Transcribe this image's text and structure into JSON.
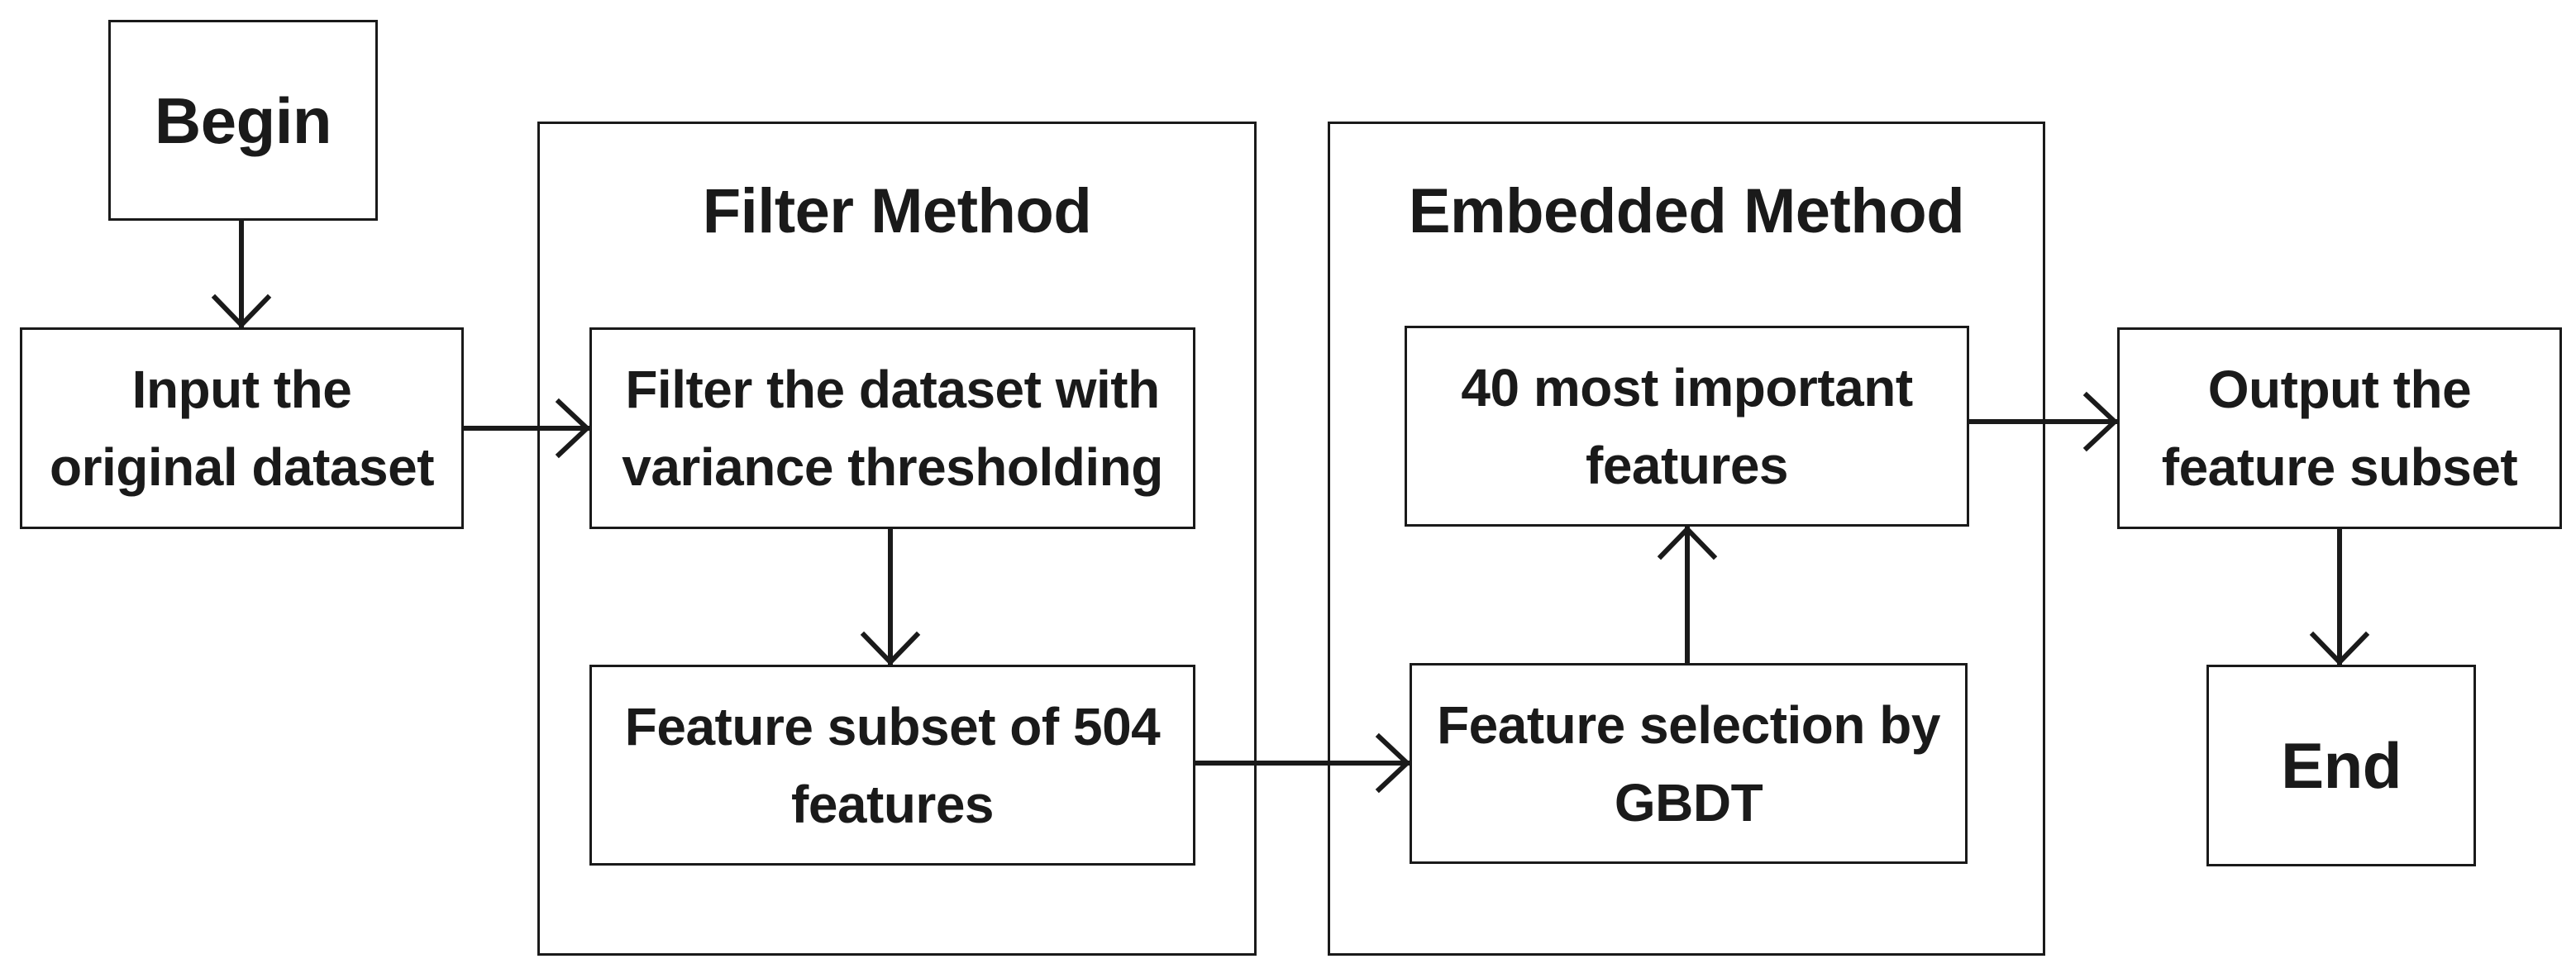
{
  "groups": {
    "filter": {
      "title": "Filter Method"
    },
    "embedded": {
      "title": "Embedded Method"
    }
  },
  "nodes": {
    "begin": {
      "text": "Begin"
    },
    "input": {
      "line1": "Input the",
      "line2": "original dataset"
    },
    "filter_variance": {
      "line1": "Filter the dataset with",
      "line2": "variance thresholding"
    },
    "feature_subset": {
      "line1": "Feature subset of 504",
      "line2": "features"
    },
    "gbdt": {
      "line1": "Feature selection by",
      "line2": "GBDT"
    },
    "important": {
      "line1": "40 most important",
      "line2": "features"
    },
    "output": {
      "line1": "Output the",
      "line2": "feature subset"
    },
    "end": {
      "text": "End"
    }
  },
  "colors": {
    "stroke": "#1a1a1a",
    "background": "#ffffff"
  }
}
